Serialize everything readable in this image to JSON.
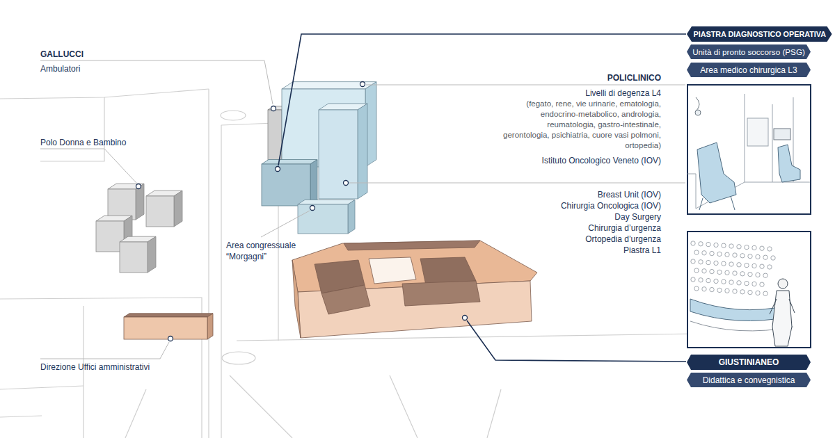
{
  "diagram": {
    "nodes": [
      {
        "text": [
          "PIASTRA DIAGNOSTICO OPERATIVA"
        ]
      },
      {
        "text": [
          "Unità di pronto soccorso (PSG)"
        ]
      },
      {
        "text": [
          "Area medico chirurgica L3"
        ]
      },
      {
        "text": [
          "GIUSTINIANEO"
        ]
      },
      {
        "text": [
          "Didattica e convegnistica"
        ]
      }
    ],
    "labels": [
      "GALLUCCI",
      "Ambulatori",
      "Polo Donna e Bambino",
      "Direzione Uffici amministrativi",
      "POLICLINICO",
      "Livelli di degenza L4",
      "(fegato, rene, vie urinarie, ematologia, endocrino-metabolico, andrologia, reumatologia, gastro-intestinale, gerontologia, psichiatria, cuore vasi polmoni, ortopedia)",
      "Istituto Oncologico Veneto (IOV)",
      "Breast Unit (IOV)",
      "Chirurgia Oncologica (IOV)",
      "Day Surgery",
      "Chirurgia d’urgenza",
      "Ortopedia d’urgenza",
      "Piastra L1",
      "Area congressuale “Morgagni”"
    ]
  }
}
